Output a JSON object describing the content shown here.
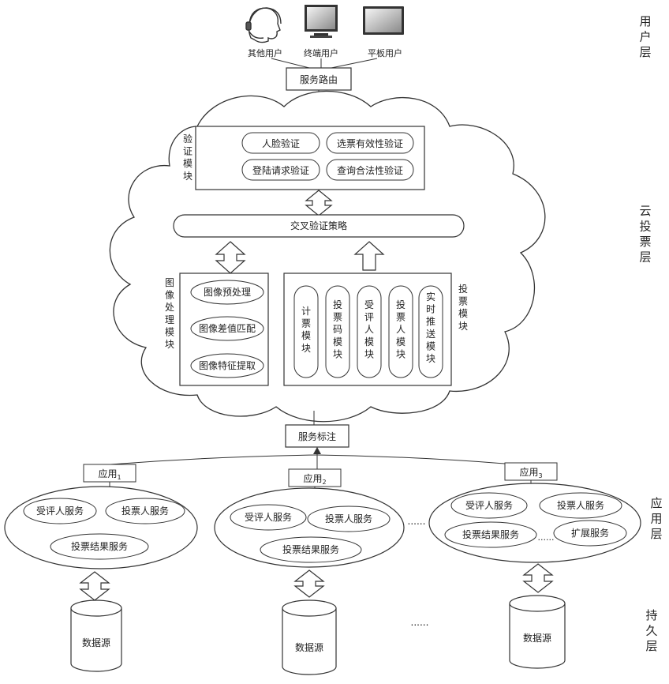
{
  "layers": {
    "user": "用户层",
    "cloud": "云投票层",
    "app": "应用层",
    "persist": "持久层"
  },
  "users": [
    "其他用户",
    "终端用户",
    "平板用户"
  ],
  "service_routing": "服务路由",
  "verification": {
    "title": "验证模块",
    "items": [
      "人脸验证",
      "选票有效性验证",
      "登陆请求验证",
      "查询合法性验证"
    ]
  },
  "cross_verification": "交叉验证策略",
  "image_module": {
    "title": "图像处理模块",
    "items": [
      "图像预处理",
      "图像差值匹配",
      "图像特征提取"
    ]
  },
  "vote_module": {
    "title": "投票模块",
    "items": [
      "计票模块",
      "投票码模块",
      "受评人模块",
      "投票人模块",
      "实时推送模块"
    ]
  },
  "service_annotation": "服务标注",
  "apps": [
    {
      "name": "应用",
      "sub": "1",
      "services": [
        "受评人服务",
        "投票人服务",
        "投票结果服务"
      ]
    },
    {
      "name": "应用",
      "sub": "2",
      "services": [
        "受评人服务",
        "投票人服务",
        "投票结果服务"
      ]
    },
    {
      "name": "应用",
      "sub": "3",
      "services": [
        "受评人服务",
        "投票人服务",
        "投票结果服务",
        "扩展服务"
      ]
    }
  ],
  "datasource": [
    "数据源",
    "数据源",
    "数据源"
  ],
  "ellipsis": "......",
  "colors": {
    "line": "#333333",
    "bg": "#ffffff",
    "arrow": "#ffffff"
  },
  "icons": [
    "person-headset-icon",
    "monitor-icon",
    "tablet-icon"
  ]
}
